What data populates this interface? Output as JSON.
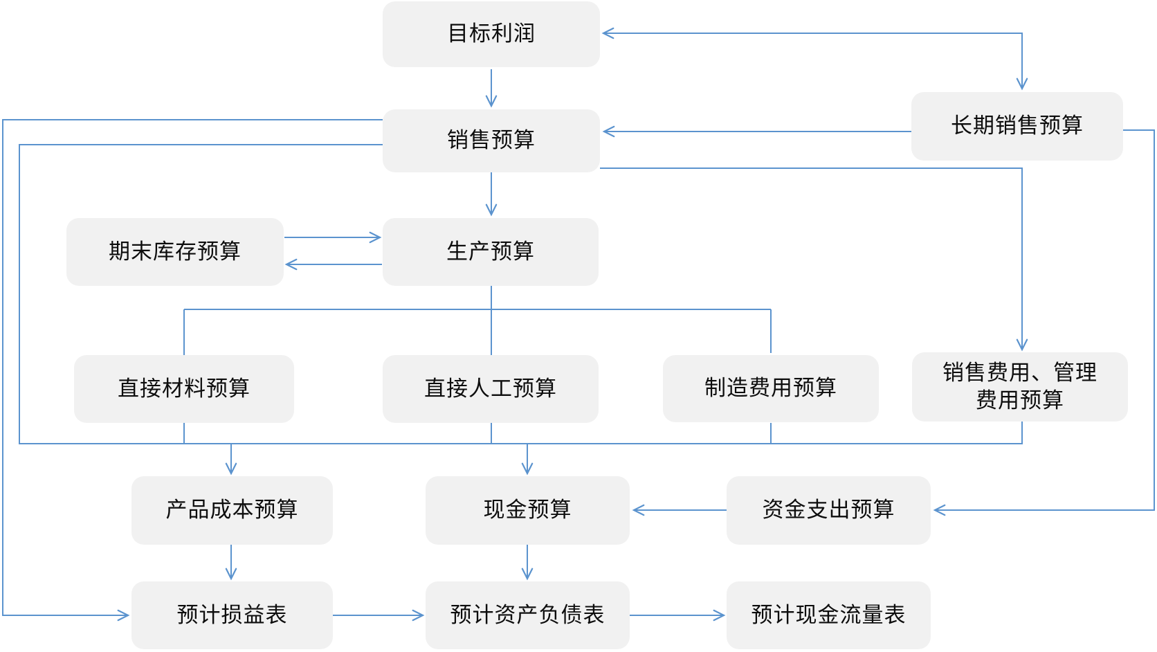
{
  "diagram": {
    "description_language": "zh-CN",
    "colors": {
      "connector": "#5B93CE",
      "node_fill": "#F1F1F1",
      "node_text": "#0d0d0d",
      "background": "#ffffff"
    },
    "nodes": {
      "target_profit": {
        "label": "目标利润"
      },
      "sales_budget": {
        "label": "销售预算"
      },
      "long_term_sales_budget": {
        "label": "长期销售预算"
      },
      "ending_inventory_budget": {
        "label": "期末库存预算"
      },
      "production_budget": {
        "label": "生产预算"
      },
      "direct_materials_budget": {
        "label": "直接材料预算"
      },
      "direct_labor_budget": {
        "label": "直接人工预算"
      },
      "manufacturing_overhead_budget": {
        "label": "制造费用预算"
      },
      "selling_admin_expense_budget": {
        "label": "销售费用、管理\n费用预算"
      },
      "product_cost_budget": {
        "label": "产品成本预算"
      },
      "cash_budget": {
        "label": "现金预算"
      },
      "capital_expenditure_budget": {
        "label": "资金支出预算"
      },
      "budgeted_income_statement": {
        "label": "预计损益表"
      },
      "budgeted_balance_sheet": {
        "label": "预计资产负债表"
      },
      "budgeted_cash_flow_statement": {
        "label": "预计现金流量表"
      }
    },
    "edges": [
      {
        "between": [
          "target_profit",
          "long_term_sales_budget"
        ],
        "style": "double-arrow"
      },
      {
        "from": "target_profit",
        "to": "sales_budget"
      },
      {
        "from": "long_term_sales_budget",
        "to": "sales_budget"
      },
      {
        "from": "sales_budget",
        "to": "production_budget"
      },
      {
        "from": "ending_inventory_budget",
        "to": "production_budget"
      },
      {
        "from": "production_budget",
        "to": "ending_inventory_budget"
      },
      {
        "from": "sales_budget",
        "to": "selling_admin_expense_budget"
      },
      {
        "from": "production_budget",
        "to": "direct_materials_budget"
      },
      {
        "from": "production_budget",
        "to": "direct_labor_budget"
      },
      {
        "from": "production_budget",
        "to": "manufacturing_overhead_budget"
      },
      {
        "from": "sales_budget",
        "to": "budgeted_income_statement"
      },
      {
        "from": "sales_budget",
        "to": "summary_bus"
      },
      {
        "from": "direct_materials_budget",
        "to": "summary_bus"
      },
      {
        "from": "direct_labor_budget",
        "to": "summary_bus"
      },
      {
        "from": "manufacturing_overhead_budget",
        "to": "summary_bus"
      },
      {
        "from": "selling_admin_expense_budget",
        "to": "summary_bus"
      },
      {
        "from": "summary_bus",
        "to": "product_cost_budget"
      },
      {
        "from": "summary_bus",
        "to": "cash_budget"
      },
      {
        "from": "long_term_sales_budget",
        "to": "capital_expenditure_budget"
      },
      {
        "from": "capital_expenditure_budget",
        "to": "cash_budget"
      },
      {
        "from": "product_cost_budget",
        "to": "budgeted_income_statement"
      },
      {
        "from": "cash_budget",
        "to": "budgeted_balance_sheet"
      },
      {
        "from": "budgeted_income_statement",
        "to": "budgeted_balance_sheet"
      },
      {
        "from": "budgeted_balance_sheet",
        "to": "budgeted_cash_flow_statement"
      }
    ]
  }
}
